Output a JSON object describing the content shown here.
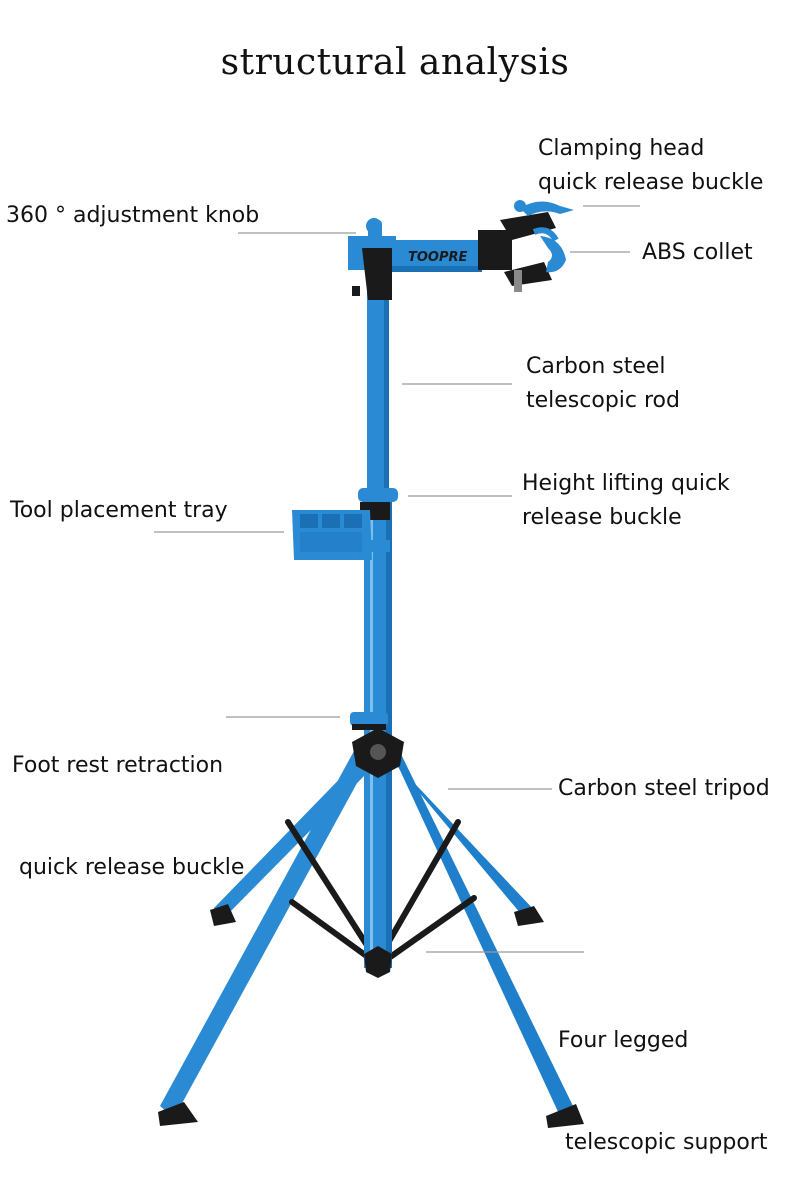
{
  "title": "structural analysis",
  "brand": "TOOPRE",
  "colors": {
    "frame": "#2a8ad4",
    "frame_dark": "#1b6fb4",
    "black": "#1a1a1a",
    "leader": "#9a9a9a"
  },
  "labels": {
    "clamp_head": [
      "Clamping head",
      "quick release buckle"
    ],
    "adjust_knob": [
      "360 ° adjustment knob"
    ],
    "abs_collet": [
      "ABS collet"
    ],
    "telescopic_rod": [
      "Carbon steel",
      "telescopic rod"
    ],
    "height_buckle": [
      "Height lifting quick",
      "release buckle"
    ],
    "tool_tray": [
      "Tool placement tray"
    ],
    "foot_buckle": [
      "Foot rest retraction",
      " quick release buckle"
    ],
    "tripod": [
      "Carbon steel tripod"
    ],
    "support": [
      "Four legged",
      " telescopic support"
    ]
  }
}
